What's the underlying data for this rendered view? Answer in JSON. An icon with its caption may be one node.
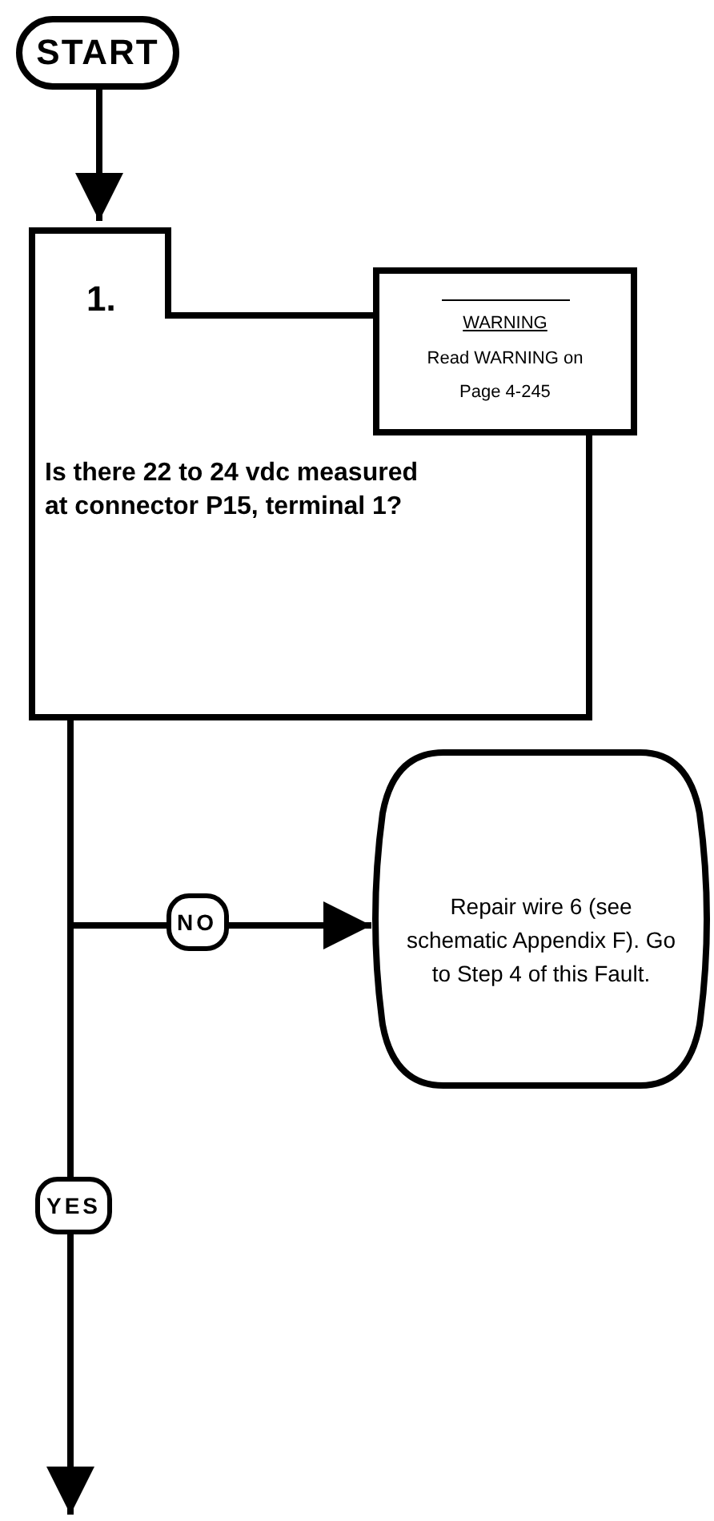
{
  "diagram": {
    "nodes": [
      {
        "text": [
          "START"
        ]
      },
      {
        "text": [
          "1.",
          "Is there 22 to 24 vdc measured at connector P15, terminal 1?"
        ]
      },
      {
        "text": [
          "WARNING",
          "Read WARNING on Page 4-245"
        ]
      },
      {
        "text": [
          "Repair wire 6 (see schematic Appendix F).  Go to Step 4 of this Fault."
        ]
      }
    ],
    "edges": [
      {
        "from": 0,
        "to": 1,
        "arrow": "to"
      },
      {
        "from": 1,
        "to": 3,
        "arrow": "to",
        "label": "NO"
      },
      {
        "from": 1,
        "to": null,
        "arrow": "to",
        "label": "YES"
      }
    ]
  }
}
